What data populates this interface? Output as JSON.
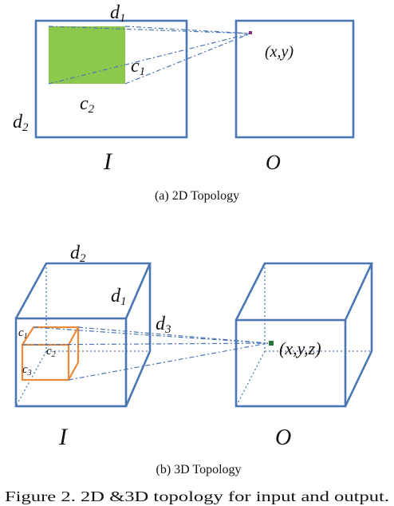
{
  "diagram_2d": {
    "label_d1": "d",
    "label_d1_sub": "1",
    "label_d2": "d",
    "label_d2_sub": "2",
    "label_c1": "c",
    "label_c1_sub": "1",
    "label_c2": "c",
    "label_c2_sub": "2",
    "output_point": "(x,y)",
    "input_name": "I",
    "output_name": "O",
    "caption": "(a)  2D Topology",
    "patch_color": "#8cc84b"
  },
  "diagram_3d": {
    "label_d2": "d",
    "label_d2_sub": "2",
    "label_d1": "d",
    "label_d1_sub": "1",
    "label_d3": "d",
    "label_d3_sub": "3",
    "label_c1": "c",
    "label_c1_sub": "1",
    "label_c2": "c",
    "label_c2_sub": "2",
    "label_c3": "c",
    "label_c3_sub": "3",
    "output_point": "(x,y,z)",
    "input_name": "I",
    "output_name": "O",
    "caption": "(b)  3D Topology",
    "cube_color": "#ec8a3a",
    "point_color": "#1f7a3a"
  },
  "figure_caption": "Figure 2.  2D &3D topology for input and output.",
  "colors": {
    "box": "#4a77b4"
  }
}
